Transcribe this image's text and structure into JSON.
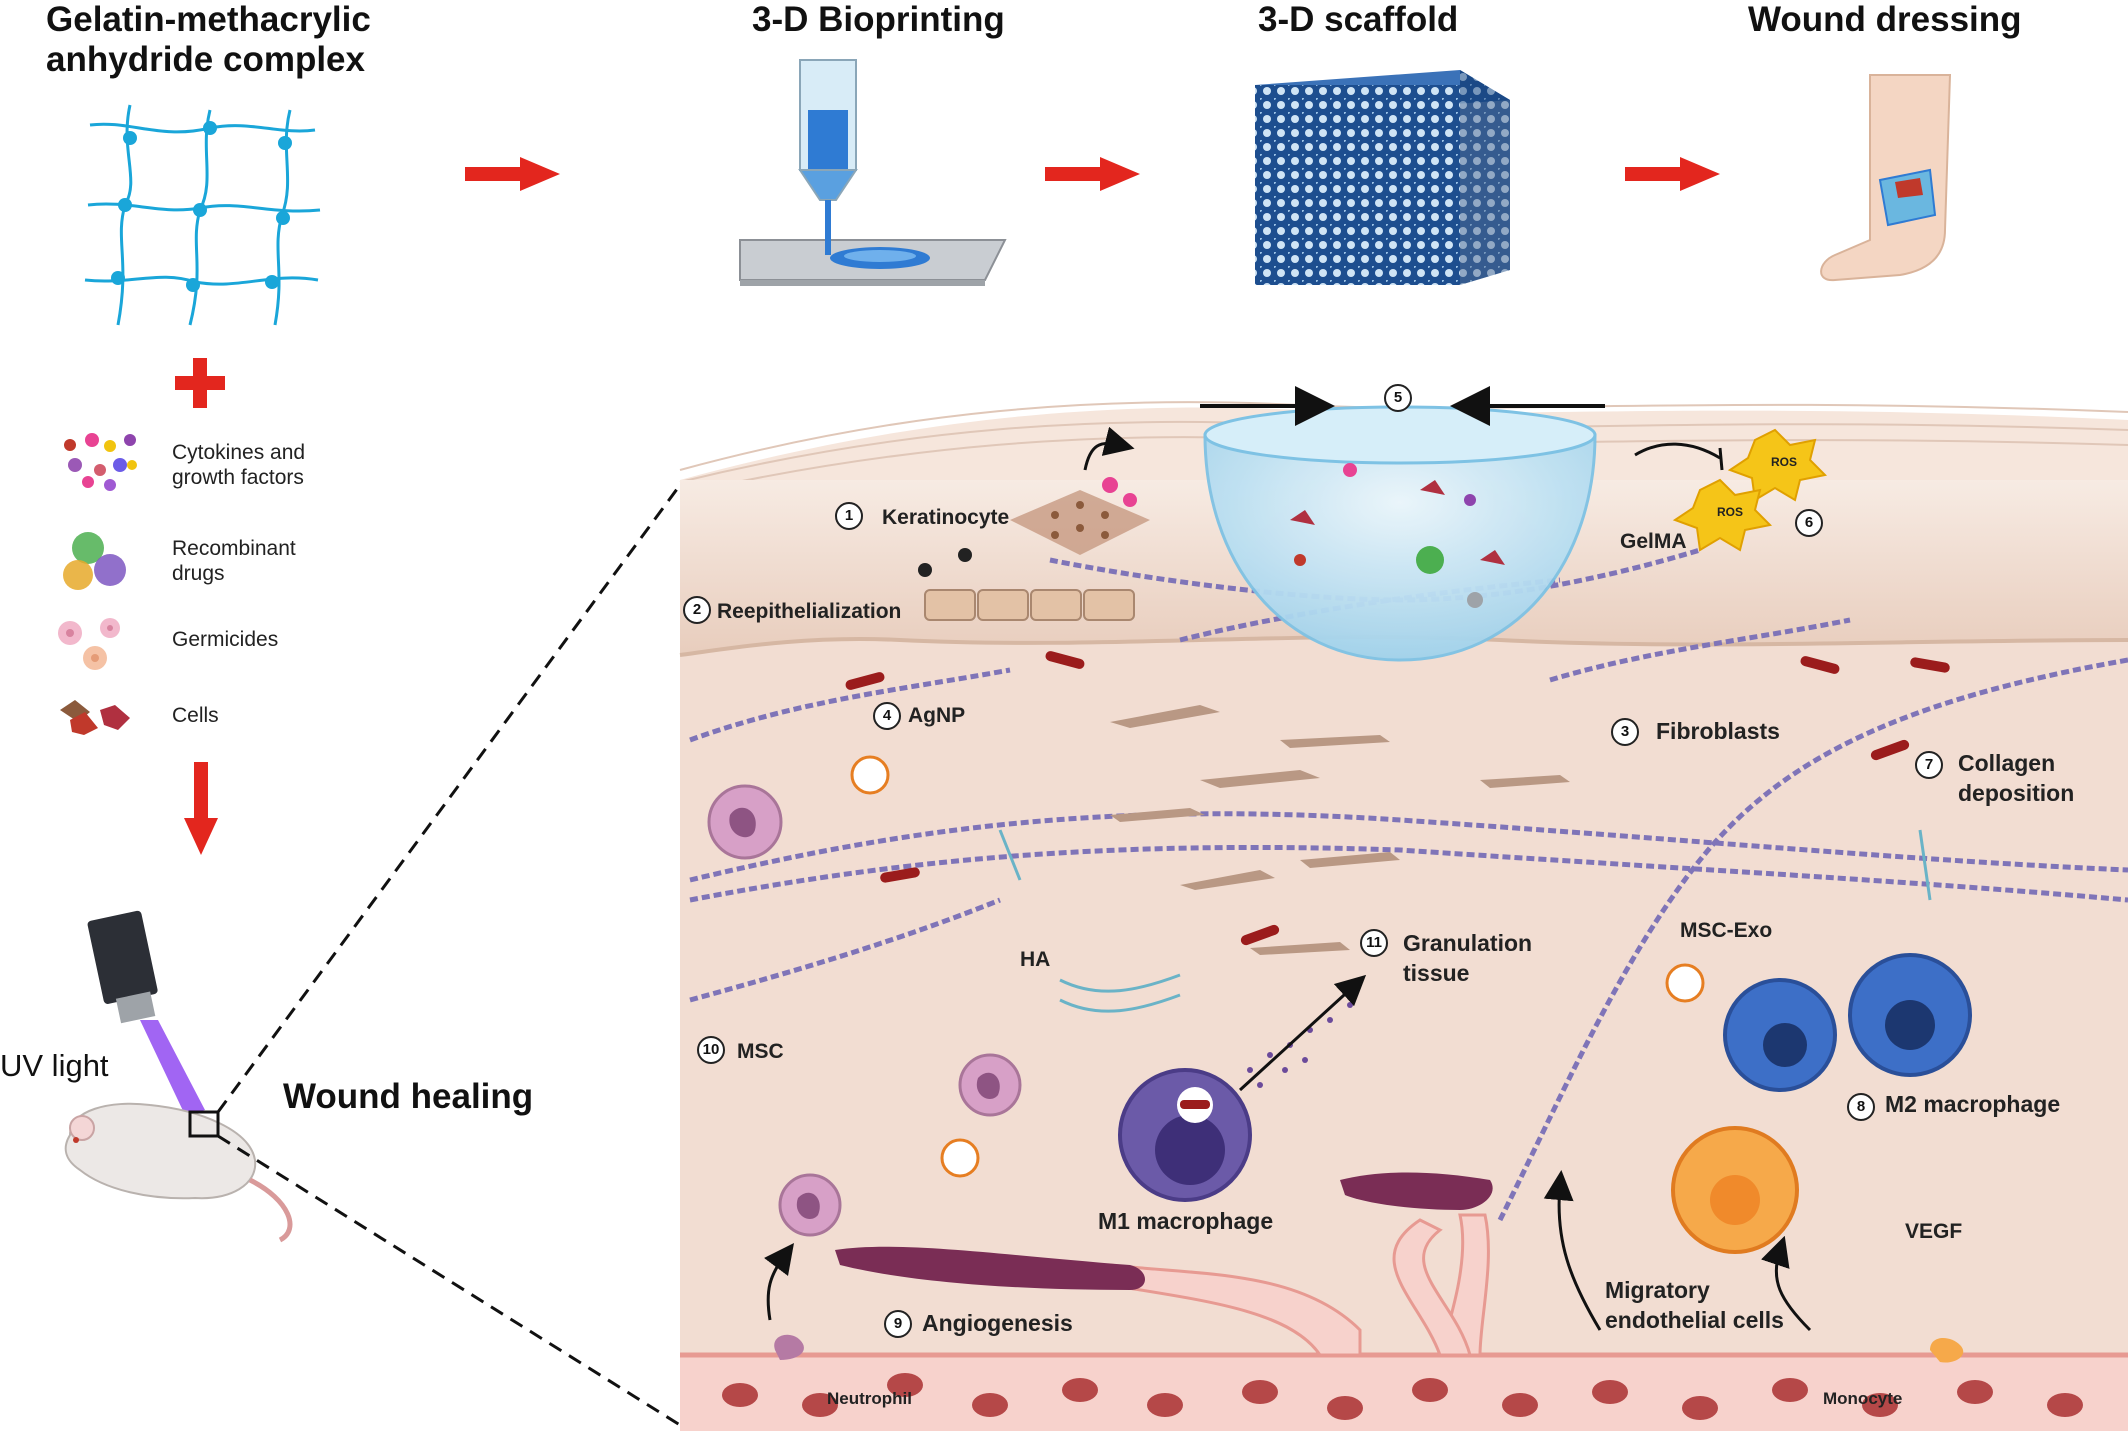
{
  "stages": {
    "gelma": "Gelatin-methacrylic anhydride complex",
    "bioprint": "3-D Bioprinting",
    "scaffold": "3-D scaffold",
    "dressing": "Wound dressing"
  },
  "legend": {
    "cytokines": "Cytokines and growth factors",
    "drugs": "Recombinant drugs",
    "germicides": "Germicides",
    "cells": "Cells"
  },
  "left": {
    "uv": "UV light",
    "healing": "Wound healing"
  },
  "callouts": [
    {
      "num": "1",
      "label": "Keratinocyte"
    },
    {
      "num": "2",
      "label": "Reepithelialization"
    },
    {
      "num": "3",
      "label": "Fibroblasts"
    },
    {
      "num": "4",
      "label": "AgNP"
    },
    {
      "num": "5",
      "label": ""
    },
    {
      "num": "6",
      "label": ""
    },
    {
      "num": "7",
      "label": "Collagen deposition"
    },
    {
      "num": "8",
      "label": "M2 macrophage"
    },
    {
      "num": "9",
      "label": "Angiogenesis"
    },
    {
      "num": "10",
      "label": "MSC"
    },
    {
      "num": "11",
      "label": "Granulation tissue"
    }
  ],
  "labels": {
    "gelma_inset": "GelMA",
    "ros": "ROS",
    "msc_exo": "MSC-Exo",
    "ha": "HA",
    "m1": "M1 macrophage",
    "vegf": "VEGF",
    "migratory_1": "Migratory",
    "migratory_2": "endothelial cells",
    "neutrophil": "Neutrophil",
    "monocyte": "Monocyte",
    "collagen_1": "Collagen",
    "collagen_2": "deposition",
    "gran_1": "Granulation",
    "gran_2": "tissue",
    "cyto_1": "Cytokines and",
    "cyto_2": "growth factors",
    "drug_1": "Recombinant",
    "drug_2": "drugs"
  },
  "colors": {
    "arrow": "#e3261e",
    "network": "#1aa6d9",
    "skin_top": "#f6e6dc",
    "epidermis": "#e0c4b1",
    "dermis": "#f2ddd2",
    "vessel": "#f7d2cc",
    "collagen": "#7f74b8",
    "m1": "#6b5aa8",
    "m2": "#3d6fc7",
    "endothelial": "#7a2d55"
  }
}
